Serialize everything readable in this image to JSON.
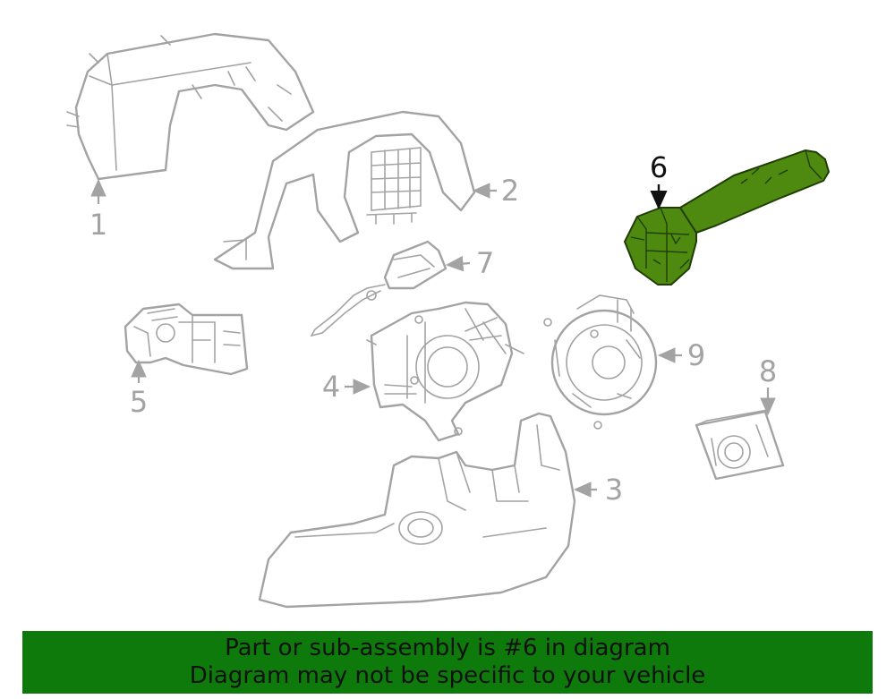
{
  "diagram": {
    "callouts": {
      "c1": "1",
      "c2": "2",
      "c3": "3",
      "c4": "4",
      "c5": "5",
      "c6": "6",
      "c7": "7",
      "c8": "8",
      "c9": "9"
    },
    "highlighted_part": "6",
    "highlight_color": "#4f8a10",
    "part_color": "#a3a3a3"
  },
  "banner": {
    "line1": "Part or sub-assembly is #6 in diagram",
    "line2": "Diagram may not be specific to your vehicle",
    "background": "#0f7a0c"
  }
}
